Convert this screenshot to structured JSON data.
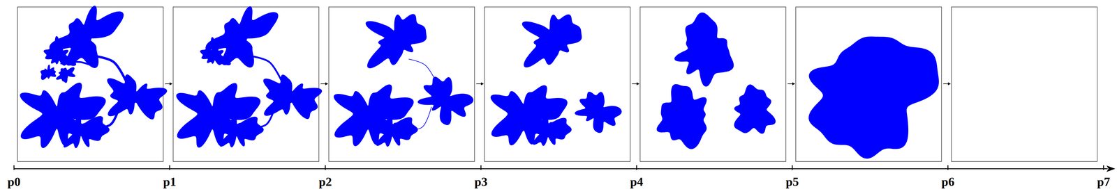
{
  "diagram": {
    "labels": [
      "p0",
      "p1",
      "p2",
      "p3",
      "p4",
      "p5",
      "p6",
      "p7"
    ]
  }
}
